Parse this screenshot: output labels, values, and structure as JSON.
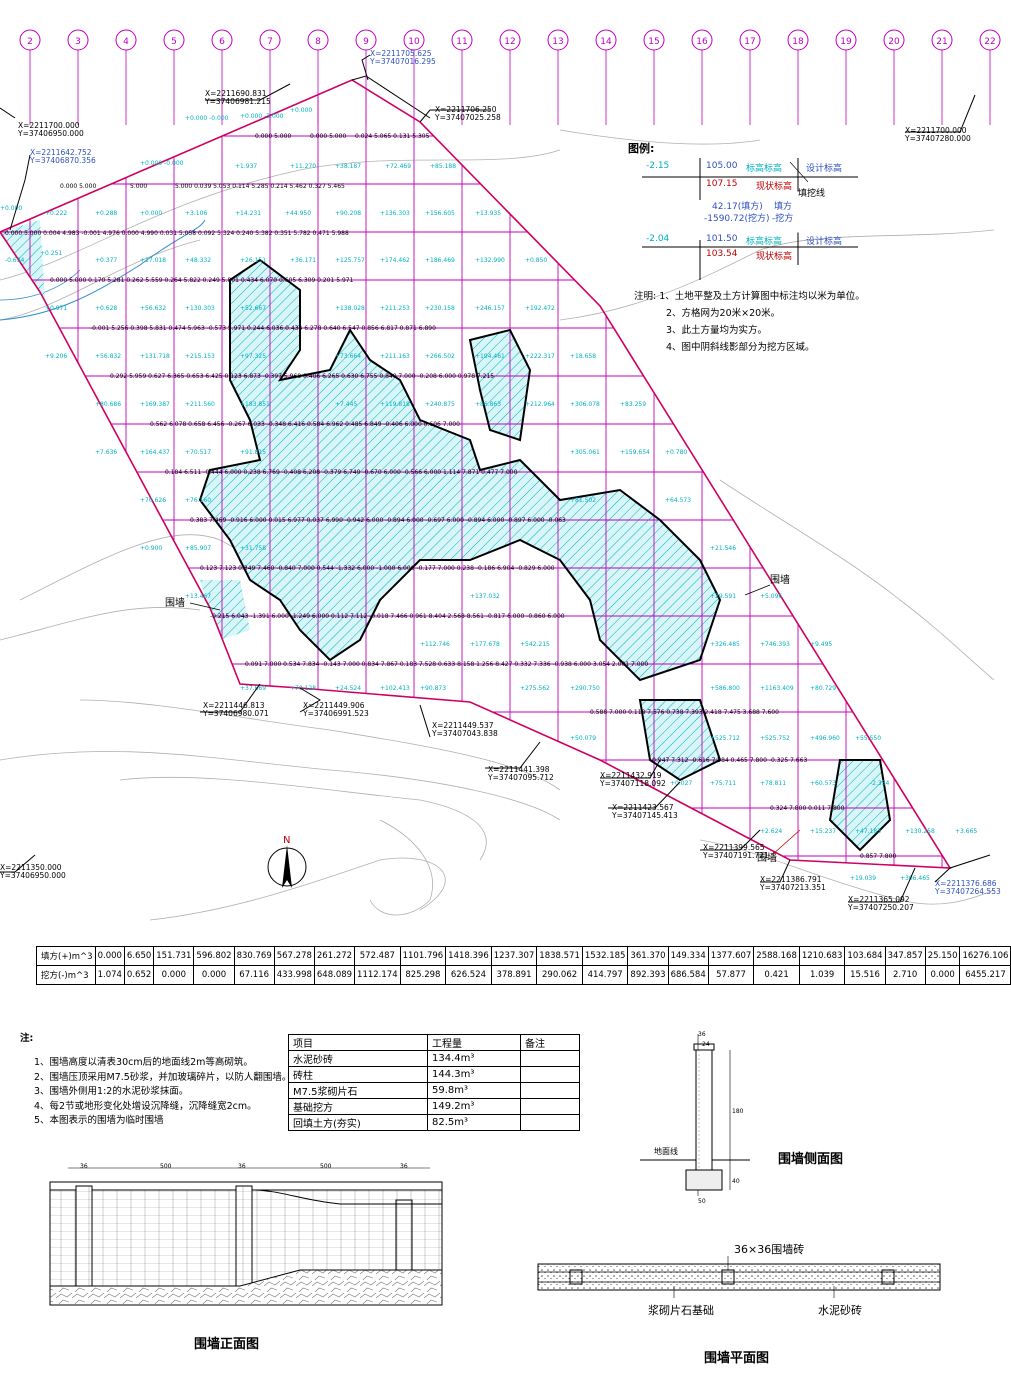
{
  "axis_labels": [
    "2",
    "3",
    "4",
    "5",
    "6",
    "7",
    "8",
    "9",
    "10",
    "11",
    "12",
    "13",
    "14",
    "15",
    "16",
    "17",
    "18",
    "19",
    "20",
    "21",
    "22"
  ],
  "coord_labels": [
    {
      "x": "X=2211700.000",
      "y": "Y=37406950.000"
    },
    {
      "x": "X=2211690.831",
      "y": "Y=37406981.215"
    },
    {
      "x": "X=2211705.625",
      "y": "Y=37407016.295"
    },
    {
      "x": "X=2211706.250",
      "y": "Y=37407025.258"
    },
    {
      "x": "X=2211700.000",
      "y": "Y=37407280.000"
    },
    {
      "x": "X=2211642.752",
      "y": "Y=37406870.356"
    },
    {
      "x": "X=2211446.813",
      "y": "Y=37406980.071"
    },
    {
      "x": "X=2211449.906",
      "y": "Y=37406991.523"
    },
    {
      "x": "X=2211449.537",
      "y": "Y=37407043.838"
    },
    {
      "x": "X=2211441.398",
      "y": "Y=37407095.712"
    },
    {
      "x": "X=2211432.919",
      "y": "Y=37407118.092"
    },
    {
      "x": "X=2211423.567",
      "y": "Y=37407145.413"
    },
    {
      "x": "X=2211399.565",
      "y": "Y=37407191.721"
    },
    {
      "x": "X=2211386.791",
      "y": "Y=37407213.351"
    },
    {
      "x": "X=2211365.092",
      "y": "Y=37407250.207"
    },
    {
      "x": "X=2211350.000",
      "y": "Y=37406950.000"
    },
    {
      "x": "X=2211376.686",
      "y": "Y=37407264.553"
    }
  ],
  "wall_label_left": "围墙",
  "wall_label_right": "围墙",
  "wall_label_bottom": "围墙",
  "north": "N",
  "legend": {
    "title": "图例:",
    "tl_fill": "-2.15",
    "tl_design": "105.00",
    "tl_design_text": "标高标高",
    "tl_design_label": "设计标高",
    "tl_current": "107.15",
    "tl_current_label": "现状标高",
    "fill_line": "填挖线",
    "center_fill": "42.17(填方)",
    "center_cut": "-1590.72(挖方)",
    "fill_word": "填方",
    "cut_word": "-挖方",
    "bl_fill": "-2.04",
    "bl_design": "101.50",
    "bl_design_text": "标高标高",
    "bl_design_label": "设计标高",
    "bl_current": "103.54",
    "bl_current_label": "现状标高"
  },
  "notes1": [
    "注明: 1、土地平整及土方计算图中标注均以米为单位。",
    "2、方格网为20米×20米。",
    "3、此土方量均为实方。",
    "4、图中阴斜线影部分为挖方区域。"
  ],
  "volume_table": {
    "fill_label": "填方(+)m^3",
    "cut_label": "挖方(-)m^3",
    "fill": [
      "0.000",
      "6.650",
      "151.731",
      "596.802",
      "830.769",
      "567.278",
      "261.272",
      "572.487",
      "1101.796",
      "1418.396",
      "1237.307",
      "1838.571",
      "1532.185",
      "361.370",
      "149.334",
      "1377.607",
      "2588.168",
      "1210.683",
      "103.684",
      "347.857",
      "25.150",
      "16276.106"
    ],
    "cut": [
      "1.074",
      "0.652",
      "0.000",
      "0.000",
      "67.116",
      "433.998",
      "648.089",
      "1112.174",
      "825.298",
      "626.524",
      "378.891",
      "290.062",
      "414.797",
      "892.393",
      "686.584",
      "57.877",
      "0.421",
      "1.039",
      "15.516",
      "2.710",
      "0.000",
      "6455.217"
    ]
  },
  "notes2": {
    "heading": "注:",
    "lines": [
      "1、围墙高度以清表30cm后的地面线2m等高砌筑。",
      "2、围墙压顶采用M7.5砂浆，并加玻璃碎片，以防人翻围墙。",
      "3、围墙外侧用1:2的水泥砂浆抹面。",
      "4、每2节或地形变化处增设沉降缝，沉降缝宽2cm。",
      "5、本图表示的围墙为临时围墙"
    ]
  },
  "qty_table": {
    "headers": [
      "项目",
      "工程量",
      "备注"
    ],
    "rows": [
      [
        "水泥砂砖",
        "134.4m³",
        ""
      ],
      [
        "砖柱",
        "144.3m³",
        ""
      ],
      [
        "M7.5浆砌片石",
        "59.8m³",
        ""
      ],
      [
        "基础挖方",
        "149.2m³",
        ""
      ],
      [
        "回填土方(夯实)",
        "82.5m³",
        ""
      ]
    ]
  },
  "side_view": {
    "title": "围墙侧面图",
    "ground": "地面线",
    "dim_top": "36",
    "dim_top2": "24",
    "dim_h": "180",
    "dim_base": "40",
    "dim_w": "50"
  },
  "front_view": {
    "title": "围墙正面图",
    "dims": [
      "36",
      "500",
      "36",
      "500",
      "36"
    ]
  },
  "plan_view": {
    "title": "围墙平面图",
    "top_label": "36×36围墙砖",
    "left_label": "浆砌片石基础",
    "right_label": "水泥砂砖"
  },
  "colors": {
    "grid": "#c000c0",
    "cyan": "#00b0c0",
    "axis": "#c000c0",
    "black": "#000000",
    "red": "#c00000",
    "blue": "#4060d0"
  }
}
